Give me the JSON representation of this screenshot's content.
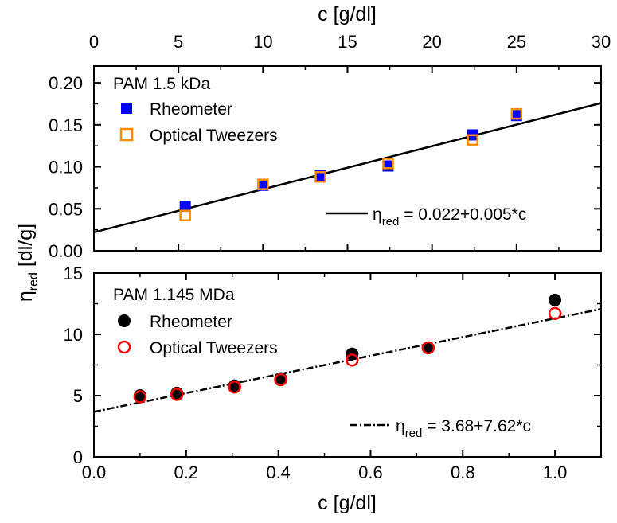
{
  "chart_data": [
    {
      "type": "scatter",
      "panel": "top",
      "x_axis": {
        "label": "c [g/dl]",
        "range": [
          0,
          30
        ],
        "ticks": [
          0,
          5,
          10,
          15,
          20,
          25,
          30
        ],
        "position": "top"
      },
      "y_axis": {
        "range": [
          0.0,
          0.22
        ],
        "ticks": [
          "0.00",
          "0.05",
          "0.10",
          "0.15",
          "0.20"
        ],
        "tick_values": [
          0,
          0.05,
          0.1,
          0.15,
          0.2
        ]
      },
      "legend_title": "PAM 1.5 kDa",
      "series": [
        {
          "name": "Rheometer",
          "marker": "filled-square",
          "color": "#0000ff",
          "x": [
            5.4,
            10.0,
            13.4,
            17.4,
            22.4,
            25.0
          ],
          "y": [
            0.053,
            0.078,
            0.09,
            0.101,
            0.138,
            0.161
          ]
        },
        {
          "name": "Optical Tweezers",
          "marker": "open-square",
          "color": "#ff8c00",
          "x": [
            5.4,
            10.0,
            13.4,
            17.4,
            22.4,
            25.0
          ],
          "y": [
            0.042,
            0.079,
            0.088,
            0.104,
            0.132,
            0.163
          ]
        }
      ],
      "fit": {
        "label_prefix": "η",
        "label_sub": "red",
        "label_suffix": " = 0.022+0.005*c",
        "intercept": 0.022,
        "slope": 0.00513,
        "style": "solid"
      },
      "legend_position": "top-left",
      "grid": false
    },
    {
      "type": "scatter",
      "panel": "bottom",
      "x_axis": {
        "label": "c [g/dl]",
        "range": [
          0.0,
          1.1
        ],
        "ticks": [
          "0.0",
          "0.2",
          "0.4",
          "0.6",
          "0.8",
          "1.0"
        ],
        "tick_values": [
          0,
          0.2,
          0.4,
          0.6,
          0.8,
          1.0
        ],
        "position": "bottom"
      },
      "y_axis": {
        "range": [
          0,
          15
        ],
        "ticks": [
          "0",
          "5",
          "10",
          "15"
        ],
        "tick_values": [
          0,
          5,
          10,
          15
        ]
      },
      "legend_title": "PAM 1.145 MDa",
      "series": [
        {
          "name": "Rheometer",
          "marker": "filled-circle",
          "color": "#000000",
          "x": [
            0.1,
            0.18,
            0.305,
            0.405,
            0.56,
            0.725,
            1.0
          ],
          "y": [
            5.0,
            5.2,
            5.8,
            6.4,
            8.4,
            8.9,
            12.8
          ]
        },
        {
          "name": "Optical Tweezers",
          "marker": "open-circle",
          "color": "#ff0000",
          "x": [
            0.1,
            0.18,
            0.305,
            0.405,
            0.56,
            0.725,
            1.0
          ],
          "y": [
            4.9,
            5.1,
            5.7,
            6.3,
            7.9,
            8.9,
            11.7
          ]
        }
      ],
      "fit": {
        "label_prefix": "η",
        "label_sub": "red",
        "label_suffix": " = 3.68+7.62*c",
        "intercept": 3.68,
        "slope": 7.62,
        "style": "dash-dot"
      },
      "legend_position": "top-left",
      "grid": false
    }
  ],
  "shared_y_label": {
    "symbol": "η",
    "sub": "red",
    "unit": " [dl/g]"
  }
}
